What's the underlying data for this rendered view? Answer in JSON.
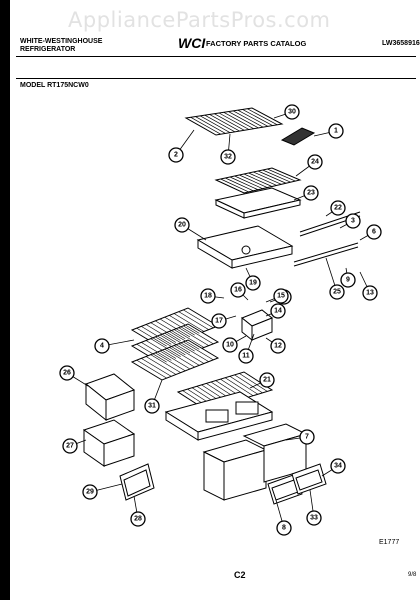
{
  "watermark": "AppliancePartsPros.com",
  "header": {
    "brand_line1": "WHITE-WESTINGHOUSE",
    "brand_line2": "REFRIGERATOR",
    "catalog_title": "FACTORY PARTS CATALOG",
    "part_number": "LW3658916",
    "logo_text": "WCI"
  },
  "model_label": "MODEL RT175NCW0",
  "callouts": [
    "1",
    "2",
    "3",
    "4",
    "5",
    "6",
    "7",
    "8",
    "9",
    "10",
    "11",
    "12",
    "13",
    "14",
    "15",
    "16",
    "17",
    "18",
    "19",
    "20",
    "21",
    "22",
    "23",
    "24",
    "25",
    "26",
    "27",
    "28",
    "29",
    "30",
    "31",
    "32",
    "33",
    "34"
  ],
  "drawing_code": "E1777",
  "page_code": "C2",
  "corner_code": "9/8"
}
